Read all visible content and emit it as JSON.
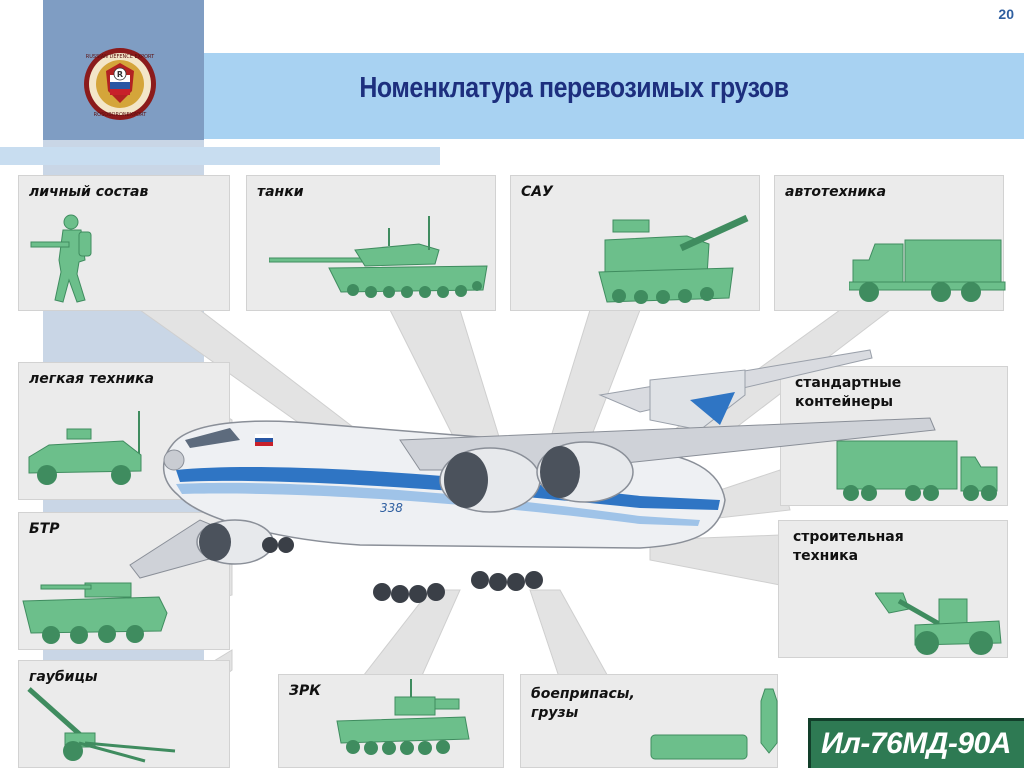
{
  "page": {
    "number": "20",
    "title": "Номенклатура перевозимых грузов"
  },
  "logo": {
    "ring_text": "RUSSIAN DEFENCE EXPORT",
    "ring_text_bottom": "ROSOBORONEXPORT",
    "monogram": "R"
  },
  "cargo": {
    "personnel": "личный состав",
    "tanks": "танки",
    "sau": "САУ",
    "trucks": "автотехника",
    "light_vehicles": "легкая техника",
    "containers": "стандартные контейнеры",
    "btr": "БТР",
    "construction": "строительная техника",
    "howitzers": "гаубицы",
    "zrk": "ЗРК",
    "ammo": "боеприпасы, грузы"
  },
  "aircraft": {
    "tail_number": "338",
    "model": "Ил-76МД-90А"
  },
  "colors": {
    "vehicle_green": "#6cbf8b",
    "vehicle_dark": "#3f8c5f",
    "title_navy": "#1d2f7e",
    "accent_blue": "#2f75c4",
    "badge_green": "#2e7a53"
  }
}
